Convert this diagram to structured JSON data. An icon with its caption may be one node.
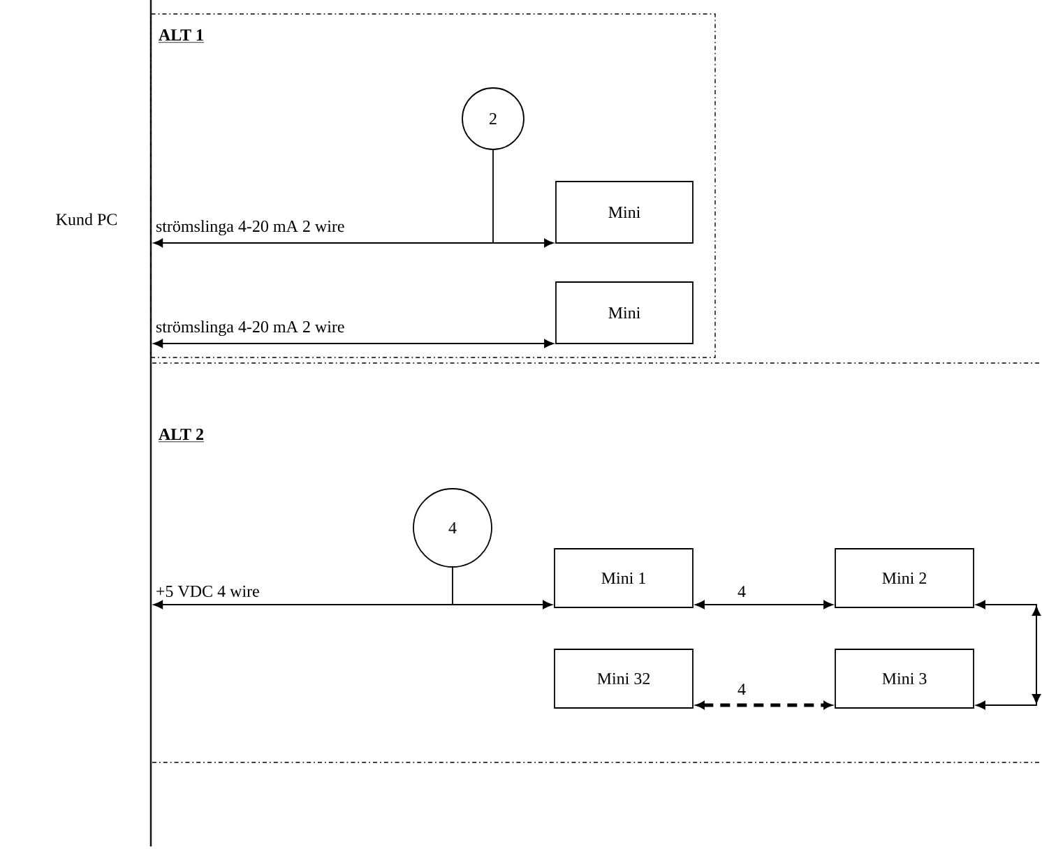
{
  "diagram": {
    "nodes": [
      {
        "text": [],
        "shape": "bar",
        "beside": [
          "Kund PC"
        ]
      },
      {
        "text": [
          "ALT 1"
        ]
      },
      {
        "text": [
          "2"
        ],
        "in": 1
      },
      {
        "text": [
          "Mini"
        ],
        "in": 1
      },
      {
        "text": [
          "Mini"
        ],
        "in": 1
      },
      {
        "text": [
          "ALT 2"
        ]
      },
      {
        "text": [
          "4"
        ],
        "in": 5
      },
      {
        "text": [
          "Mini 1"
        ],
        "in": 5
      },
      {
        "text": [
          "Mini 2"
        ],
        "in": 5
      },
      {
        "text": [
          "Mini 32"
        ],
        "in": 5
      },
      {
        "text": [
          "Mini 3"
        ],
        "in": 5
      }
    ],
    "edges": [
      {
        "from": 0,
        "to": 3,
        "arrow": "both",
        "label": "strömslinga 4-20 mA 2 wire"
      },
      {
        "from": 2,
        "to": null,
        "arrow": "none"
      },
      {
        "from": 0,
        "to": 4,
        "arrow": "both",
        "label": "strömslinga 4-20 mA 2 wire"
      },
      {
        "from": 0,
        "to": 7,
        "arrow": "both",
        "label": "+5 VDC  4 wire"
      },
      {
        "from": 6,
        "to": null,
        "arrow": "none"
      },
      {
        "from": 7,
        "to": 8,
        "arrow": "both",
        "label": "4"
      },
      {
        "from": 8,
        "to": 10,
        "arrow": "both"
      },
      {
        "from": 9,
        "to": 10,
        "arrow": "both",
        "label": "4",
        "style": "dashed"
      }
    ]
  }
}
